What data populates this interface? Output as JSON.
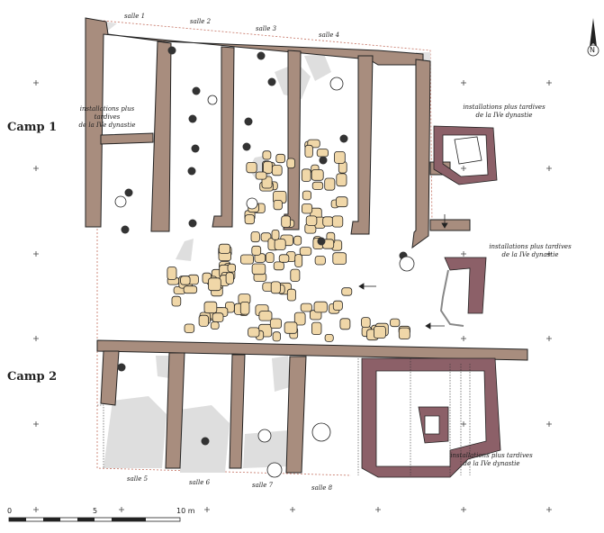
{
  "camps": {
    "camp1": "Camp 1",
    "camp2": "Camp 2"
  },
  "rooms_top": [
    "salle 1",
    "salle 2",
    "salle 3",
    "salle 4"
  ],
  "rooms_bottom": [
    "salle 5",
    "salle 6",
    "salle 7",
    "salle 8"
  ],
  "notes": {
    "left": [
      "installations plus tardives",
      "de la IVe dynastie"
    ],
    "right1": [
      "installations plus tardives",
      "de la IVe dynastie"
    ],
    "right2": [
      "installations plus tardives",
      "de la IVe dynastie"
    ],
    "bottom": [
      "installations plus tardives",
      "de la IVe dynastie"
    ]
  },
  "scale": {
    "labels": [
      "0",
      "5",
      "10 m"
    ]
  },
  "north_label": "N",
  "colors": {
    "wall": "#a88d7e",
    "late_wall": "#8c6068",
    "stone": "#f0d7a8",
    "ash": "#dcdcdc",
    "outline": "#222222",
    "boundary": "#c47060"
  }
}
